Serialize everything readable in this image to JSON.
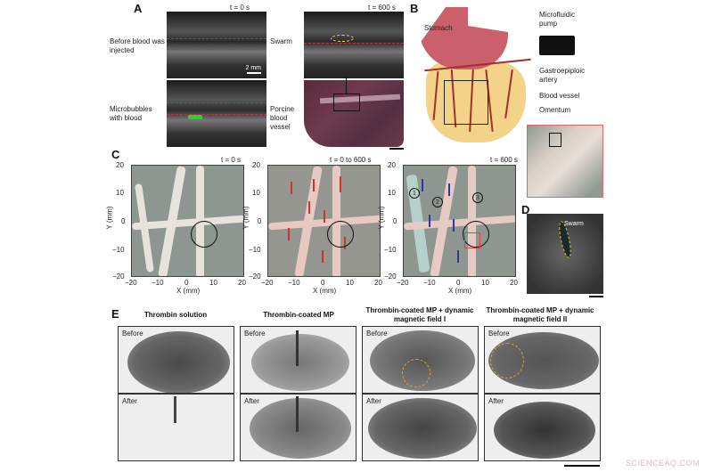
{
  "panels": {
    "A": {
      "letter": "A",
      "time_left": "t = 0 s",
      "time_right": "t = 600 s",
      "labels": {
        "before_blood": "Before blood was injected",
        "microbubbles": "Microbubbles with blood",
        "swarm": "Swarm",
        "porcine": "Porcine blood vessel"
      },
      "scalebar": "2 mm"
    },
    "B": {
      "letter": "B",
      "labels": {
        "stomach": "Stomach",
        "pump": "Microfluidic pump",
        "artery": "Gastroepiploic artery",
        "vessel": "Blood vessel",
        "omentum": "Omentum"
      },
      "colors": {
        "stomach": "#c9606a",
        "omentum": "#f3d38a",
        "vessel": "#a0322a"
      }
    },
    "C": {
      "letter": "C",
      "plots": [
        {
          "time": "t = 0 s",
          "arrows": "none"
        },
        {
          "time": "t = 0 to 600 s",
          "arrows": "red"
        },
        {
          "time": "t = 600 s",
          "arrows": "blue",
          "regions": [
            "1",
            "2",
            "3"
          ]
        }
      ],
      "xlabel": "X (mm)",
      "ylabel": "Y (mm)",
      "xticks": [
        "−20",
        "−10",
        "0",
        "10",
        "20"
      ],
      "yticks": [
        "20",
        "10",
        "0",
        "−10",
        "−20"
      ]
    },
    "D": {
      "letter": "D",
      "label": "Swarm"
    },
    "E": {
      "letter": "E",
      "columns": [
        {
          "title": "Thrombin solution",
          "before": "Before",
          "after": "After"
        },
        {
          "title": "Thrombin-coated MP",
          "before": "Before",
          "after": "After"
        },
        {
          "title": "Thrombin-coated MP + dynamic magnetic field I",
          "before": "Before",
          "after": "After"
        },
        {
          "title": "Thrombin-coated MP + dynamic magnetic field II",
          "before": "Before",
          "after": "After"
        }
      ]
    }
  },
  "watermark": "SCIENCEAQ.COM"
}
